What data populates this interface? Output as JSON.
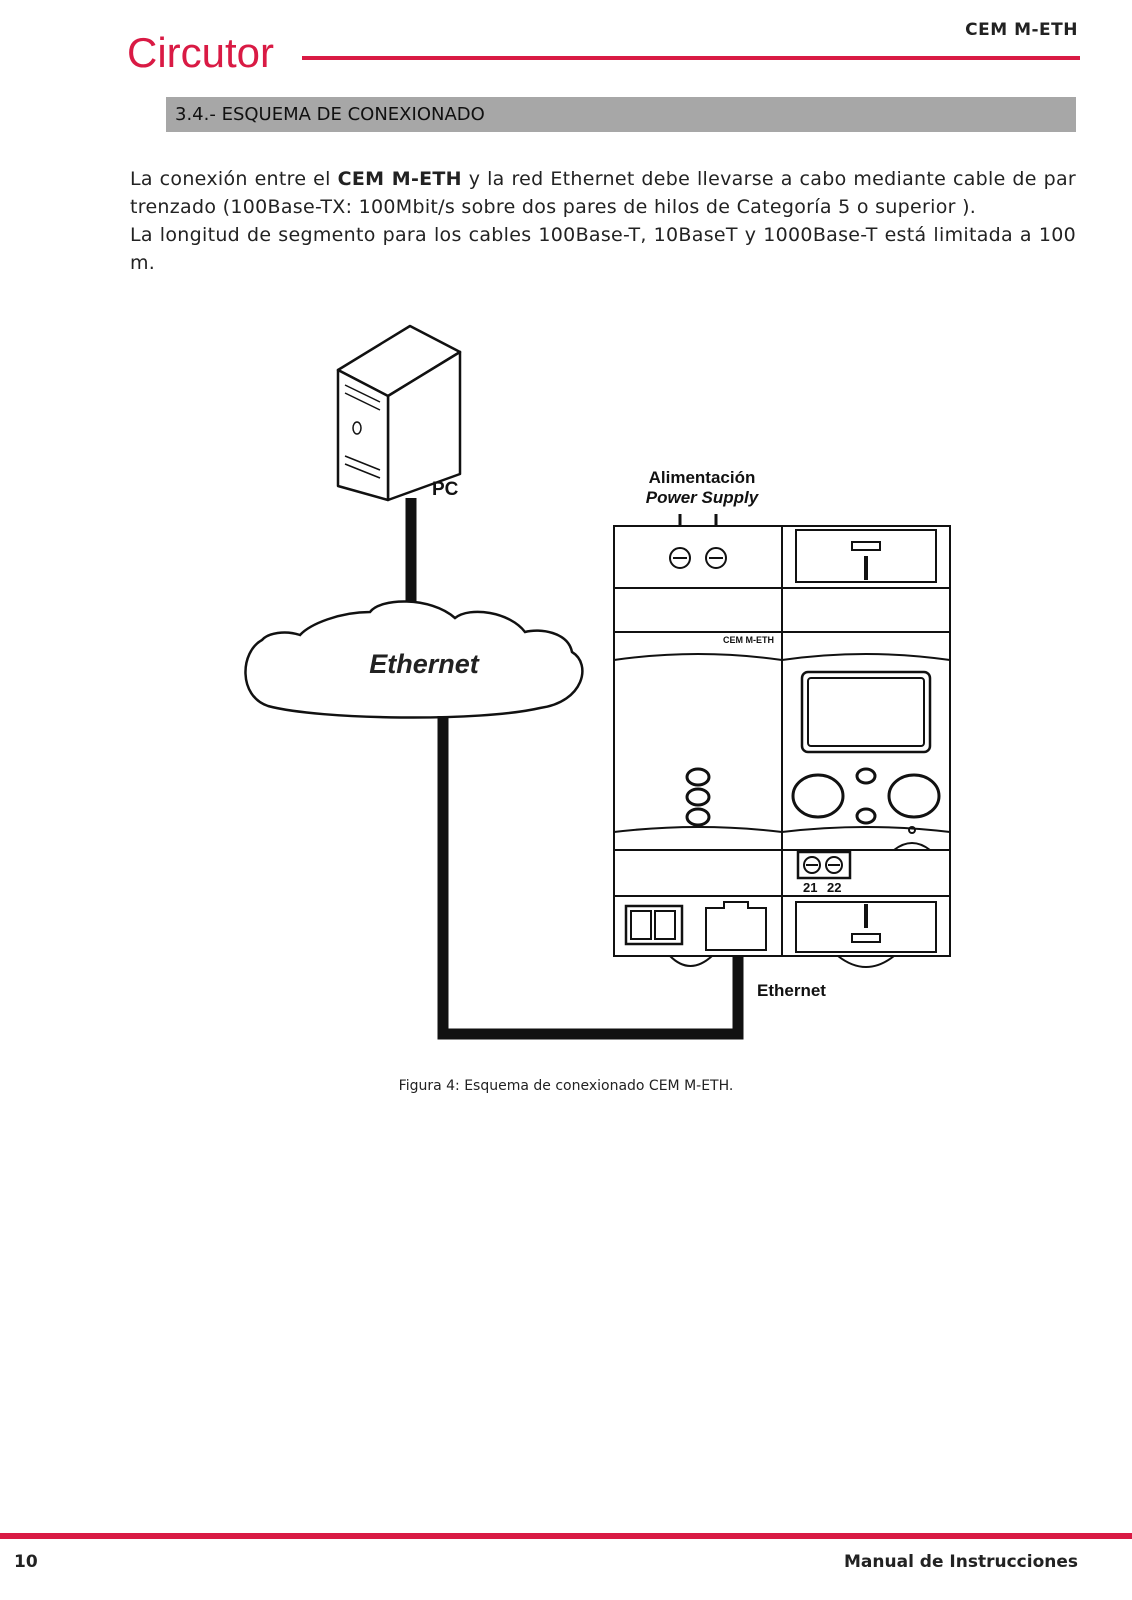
{
  "header": {
    "logo_text": "Circutor",
    "doc_title": "CEM M-ETH"
  },
  "section": {
    "title": "3.4.- ESQUEMA DE CONEXIONADO"
  },
  "body": {
    "p1_a": "La conexión entre el ",
    "p1_bold": "CEM M-ETH",
    "p1_b": " y la red Ethernet debe llevarse a cabo mediante cable de par trenzado (100Base-TX: 100Mbit/s sobre dos pares de hilos de Categoría 5 o superior ).",
    "p2": "La longitud de segmento para los cables 100Base-T, 10BaseT y 1000Base-T está limitada a 100 m."
  },
  "diagram": {
    "pc_label": "PC",
    "cloud_label": "Ethernet",
    "supply_label_es": "Alimentación",
    "supply_label_en": "Power Supply",
    "device_label": "CEM M-ETH",
    "terminal_21": "21",
    "terminal_22": "22",
    "ethernet_port_label": "Ethernet"
  },
  "caption": "Figura 4: Esquema de conexionado CEM M-ETH.",
  "footer": {
    "page_number": "10",
    "title": "Manual de Instrucciones"
  },
  "colors": {
    "brand_red": "#d91a44",
    "section_gray": "#a7a7a7"
  }
}
